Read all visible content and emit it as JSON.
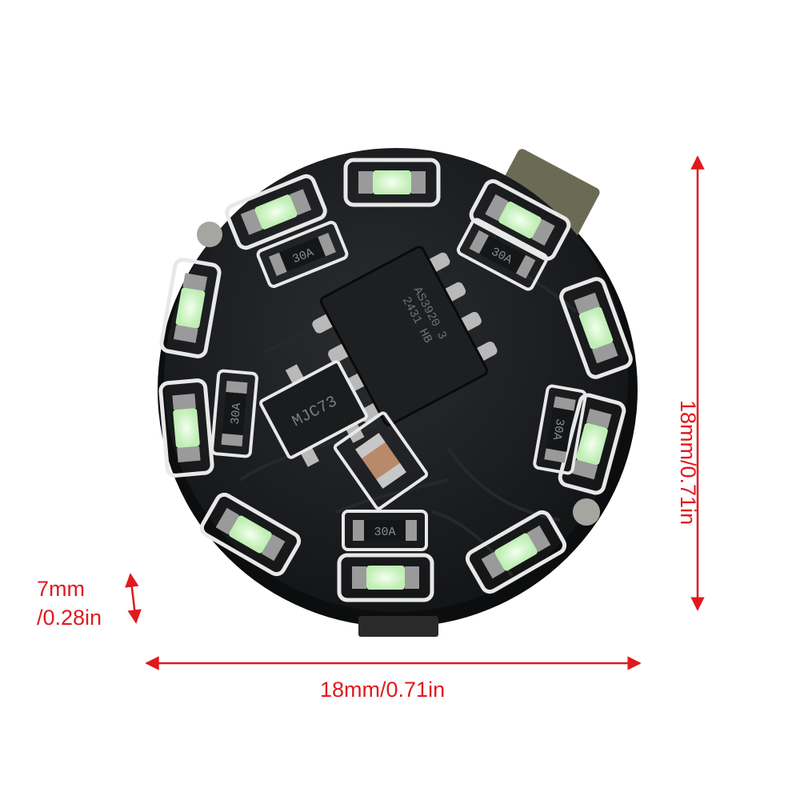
{
  "dimensions": {
    "width_label": "18mm/0.71in",
    "height_label": "18mm/0.71in",
    "depth_label_line1": "7mm",
    "depth_label_line2": "/0.28in"
  },
  "chip_markings": {
    "main_ic_line1": "AS3920 3",
    "main_ic_line2": "2431 HB",
    "transistor": "MJC73",
    "resistor": "30A"
  },
  "colors": {
    "dimension": "#e0191e",
    "board": "#1a1c1e",
    "silkscreen": "#e8e8e8",
    "led": "#d8f5d0"
  }
}
